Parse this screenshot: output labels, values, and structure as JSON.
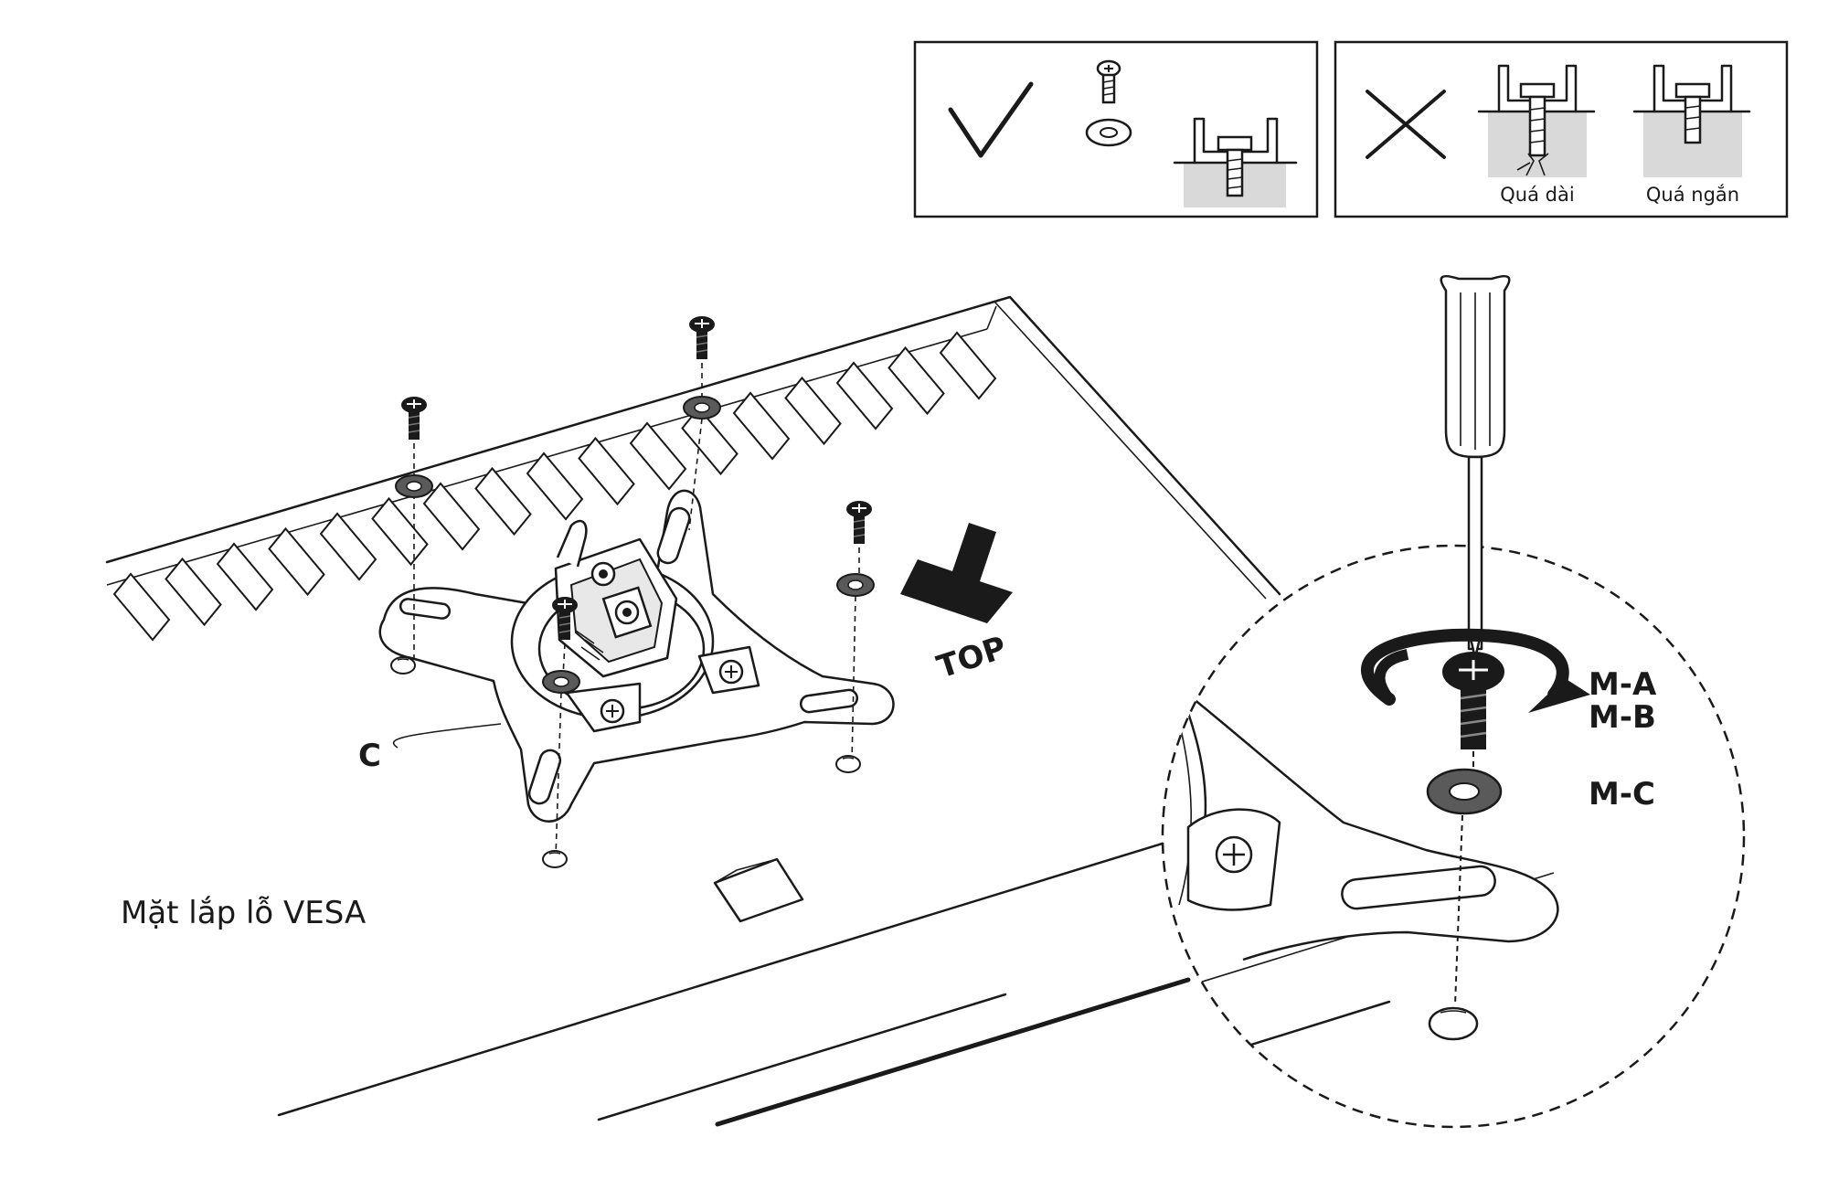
{
  "diagram": {
    "vesa_label": "Mặt lắp lỗ VESA",
    "top_label": "TOP",
    "bracket_label": "C",
    "screw_labels": {
      "ma": "M-A",
      "mb": "M-B",
      "mc": "M-C"
    },
    "wrong_panel": {
      "too_long": "Quá dài",
      "too_short": "Quá ngắn"
    }
  }
}
